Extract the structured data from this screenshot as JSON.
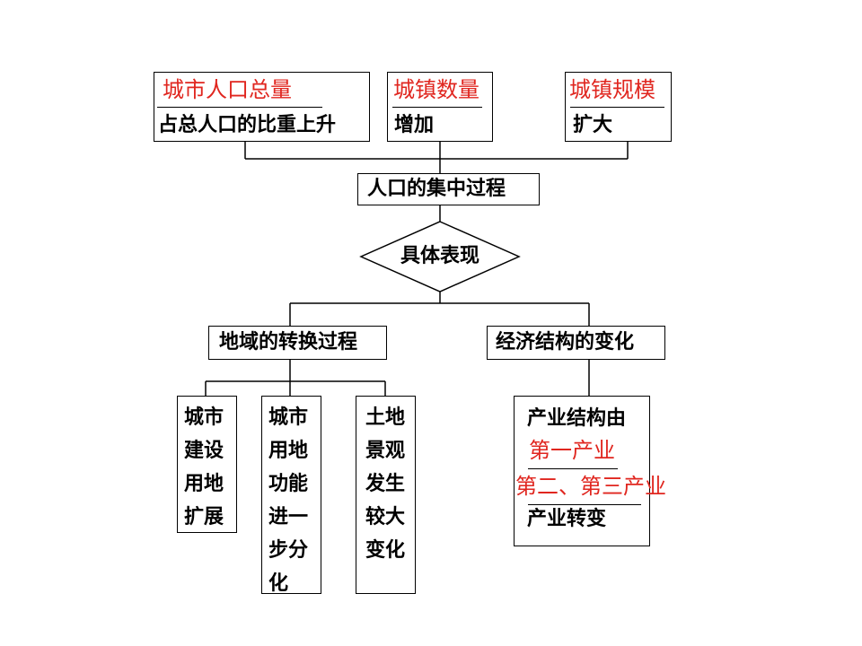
{
  "top": {
    "box1": {
      "red": "城市人口总量",
      "black": "占总人口的比重上升"
    },
    "box2": {
      "red": "城镇数量",
      "black": "增加"
    },
    "box3": {
      "red": "城镇规模",
      "black": "扩大"
    }
  },
  "center": "人口的集中过程",
  "diamond": "具体表现",
  "left_branch": "地域的转换过程",
  "right_branch": "经济结构的变化",
  "left_children": [
    "城市\n建设\n用地\n扩展",
    "城市\n用地\n功能\n进一\n步分\n化",
    "土地\n景观\n发生\n较大\n变化"
  ],
  "right_child": {
    "line1": "产业结构由",
    "line2": "第一产业",
    "line3": "第二、第三产业",
    "line4": "产业转变"
  }
}
